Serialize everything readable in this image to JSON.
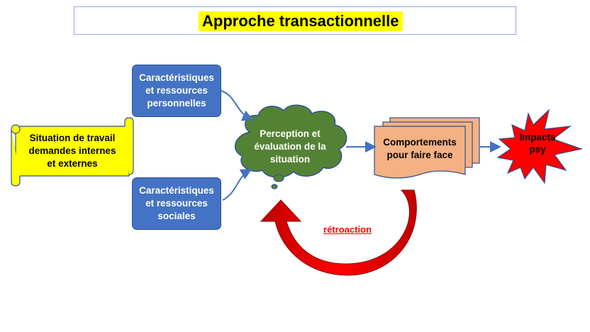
{
  "title": "Approche transactionnelle",
  "nodes": {
    "situation": {
      "label": "Situation de travail demandes internes et externes"
    },
    "perso": {
      "label": "Caractéristiques et ressources personnelles"
    },
    "sociales": {
      "label": "Caractéristiques et ressources sociales"
    },
    "perception": {
      "label": "Perception et évaluation de la situation"
    },
    "comportements": {
      "label": "Comportements pour faire face"
    },
    "impacts": {
      "label": "Impacts psy"
    }
  },
  "feedback_label": "rétroaction",
  "colors": {
    "title_highlight": "#ffff00",
    "box_blue": "#4472c4",
    "cloud_green": "#548235",
    "scroll_yellow": "#ffff00",
    "doc_orange": "#f4b183",
    "star_red": "#ff0000",
    "arrow_blue": "#4472c4",
    "feedback_red": "#ff0000"
  }
}
